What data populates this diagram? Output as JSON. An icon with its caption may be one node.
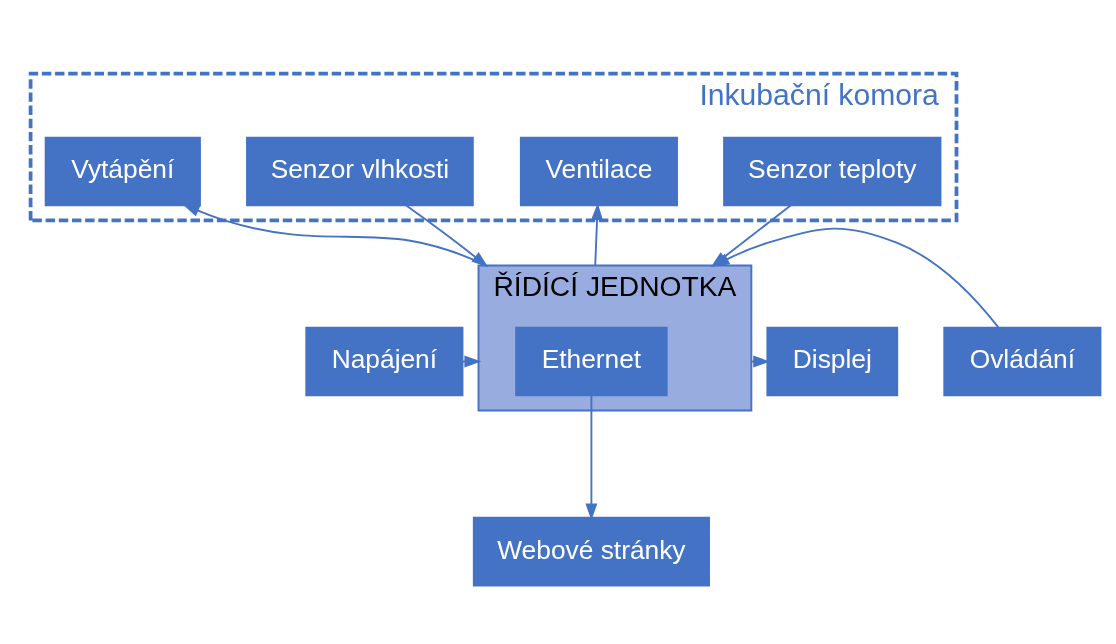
{
  "diagram": {
    "nodes": [
      {
        "text": [
          "Inkubační komora"
        ]
      },
      {
        "text": [
          "Senzor teploty"
        ],
        "in": 0
      },
      {
        "text": [
          "Senzor vlhkosti"
        ],
        "in": 0
      },
      {
        "text": [
          "Vytápění"
        ],
        "in": 0
      },
      {
        "text": [
          "Ventilace"
        ],
        "in": 0
      },
      {
        "text": [
          "Napájení"
        ]
      },
      {
        "text": [
          "ŘÍDÍCÍ JEDNOTKA"
        ]
      },
      {
        "text": [
          "Ethernet"
        ],
        "in": 6
      },
      {
        "text": [
          "Displej"
        ]
      },
      {
        "text": [
          "Ovládání"
        ]
      },
      {
        "text": [
          "Webové stránky"
        ]
      }
    ],
    "edges": [
      {
        "from": 1,
        "to": 6,
        "arrow": "to"
      },
      {
        "from": 2,
        "to": 6,
        "arrow": "to"
      },
      {
        "from": 6,
        "to": 3,
        "arrow": "to"
      },
      {
        "from": 6,
        "to": 4,
        "arrow": "to"
      },
      {
        "from": 5,
        "to": 6,
        "arrow": "to"
      },
      {
        "from": 6,
        "to": 8,
        "arrow": "to"
      },
      {
        "from": 9,
        "to": 6,
        "arrow": "to"
      },
      {
        "from": 7,
        "to": 10,
        "arrow": "to"
      }
    ]
  }
}
